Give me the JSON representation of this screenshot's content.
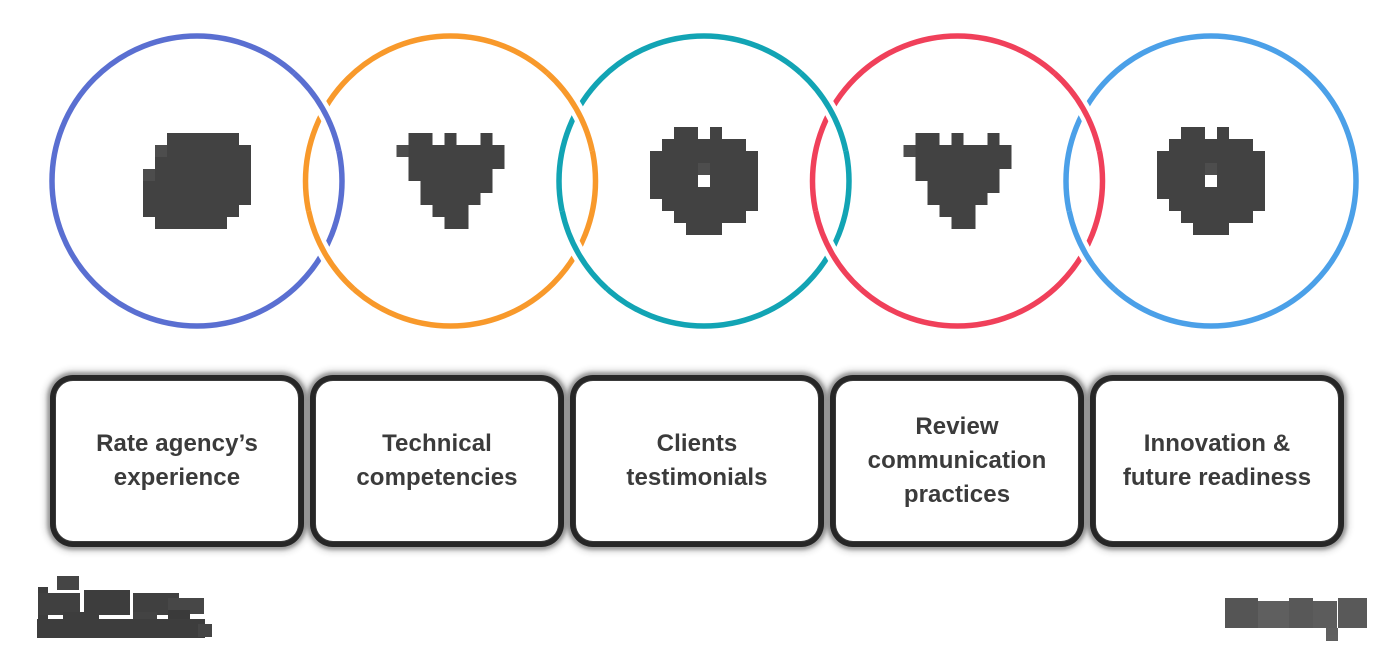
{
  "canvas": {
    "background": "#ffffff"
  },
  "rings": [
    {
      "label": "Rate agency’s experience",
      "color": "#5a6fd1",
      "icon": "person-badge-pixelated-icon"
    },
    {
      "label": "Technical competencies",
      "color": "#f8992b",
      "icon": "crown-hands-pixelated-icon"
    },
    {
      "label": "Clients testimonials",
      "color": "#12a4b4",
      "icon": "gear-pixelated-icon"
    },
    {
      "label": "Review communication practices",
      "color": "#f0405a",
      "icon": "crown-hands-pixelated-icon"
    },
    {
      "label": "Innovation & future readiness",
      "color": "#4ba0e8",
      "icon": "gear-pixelated-icon"
    }
  ],
  "icon_style": {
    "color": "#424242",
    "color_light": "#4d4d4d"
  },
  "pixel_icons": {
    "person-badge-pixelated-icon": [
      "..######.",
      ".+#######",
      ".########",
      "+########",
      "#########",
      "#########",
      "########.",
      ".######.."
    ],
    "crown-hands-pixelated-icon": [
      ".##.#..#.",
      "+########",
      ".########",
      ".#######.",
      "..######.",
      "..#####..",
      "...###...",
      "....##..."
    ],
    "gear-pixelated-icon": [
      "..##.#...",
      ".#######.",
      "#########",
      "####+####",
      "####.####",
      "#########",
      ".########",
      "..######.",
      "...###..."
    ]
  },
  "footer": {
    "logo": "redacted-brand-logo",
    "watermark": "redacted-watermark"
  }
}
